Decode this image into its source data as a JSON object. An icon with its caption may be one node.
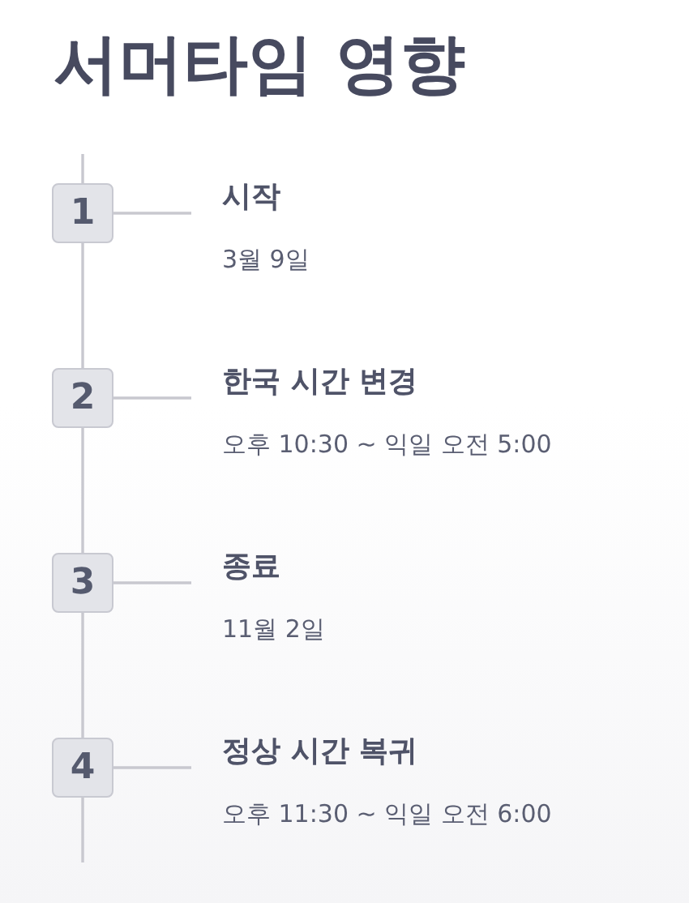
{
  "diagram": {
    "title": "서머타임 영향",
    "nodes": [
      {
        "text": [
          "1"
        ]
      },
      {
        "text": [
          "시작",
          "3월 9일"
        ]
      },
      {
        "text": [
          "2"
        ]
      },
      {
        "text": [
          "한국 시간 변경",
          "오후 10:30 ~ 익일 오전 5:00"
        ]
      },
      {
        "text": [
          "3"
        ]
      },
      {
        "text": [
          "종료",
          "11월 2일"
        ]
      },
      {
        "text": [
          "4"
        ]
      },
      {
        "text": [
          "정상 시간 복귀",
          "오후 11:30 ~ 익일 오전 6:00"
        ]
      }
    ],
    "edges": [
      {
        "from": null,
        "to": 0,
        "arrow": "none"
      },
      {
        "from": 0,
        "to": 1,
        "arrow": "none"
      },
      {
        "from": 0,
        "to": 2,
        "arrow": "none"
      },
      {
        "from": 2,
        "to": 3,
        "arrow": "none"
      },
      {
        "from": 2,
        "to": 4,
        "arrow": "none"
      },
      {
        "from": 4,
        "to": 5,
        "arrow": "none"
      },
      {
        "from": 4,
        "to": 6,
        "arrow": "none"
      },
      {
        "from": 6,
        "to": 7,
        "arrow": "none"
      },
      {
        "from": 6,
        "to": null,
        "arrow": "none"
      }
    ]
  }
}
